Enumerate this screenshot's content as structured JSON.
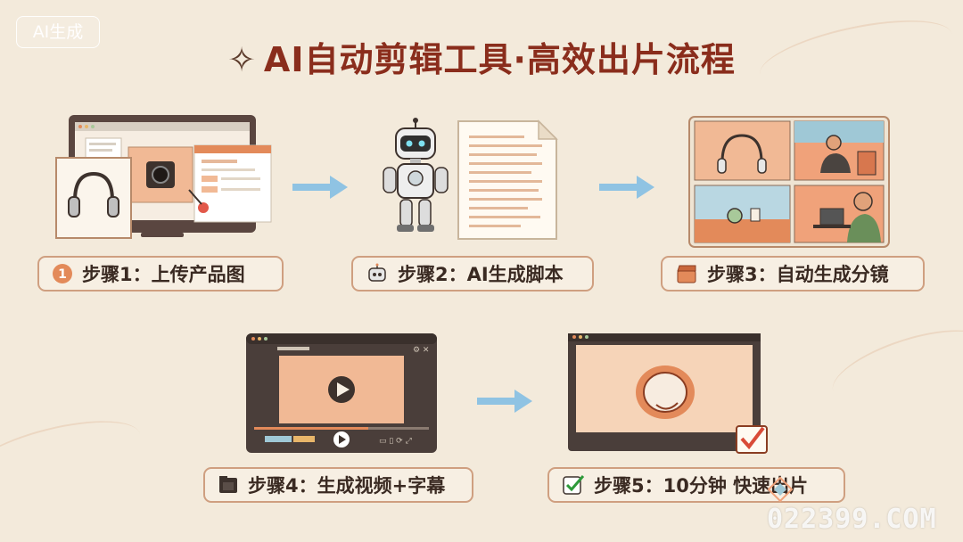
{
  "watermark_top": "AI生成",
  "title": "AI自动剪辑工具·高效出片流程",
  "steps": [
    {
      "label": "步骤1：上传产品图",
      "icon": "number-one-icon"
    },
    {
      "label": "步骤2：AI生成脚本",
      "icon": "robot-icon"
    },
    {
      "label": "步骤3：自动生成分镜",
      "icon": "clapperboard-icon"
    },
    {
      "label": "步骤4：生成视频+字幕",
      "icon": "film-icon"
    },
    {
      "label": "步骤5：10分钟 快速出片",
      "icon": "checkmark-icon"
    }
  ],
  "step1_badge": "1",
  "watermark_bottom": "022399.COM",
  "colors": {
    "accent": "#e38a5a",
    "title": "#8a2d1c",
    "arrow": "#8fc3e3",
    "frame": "#5a4640"
  }
}
